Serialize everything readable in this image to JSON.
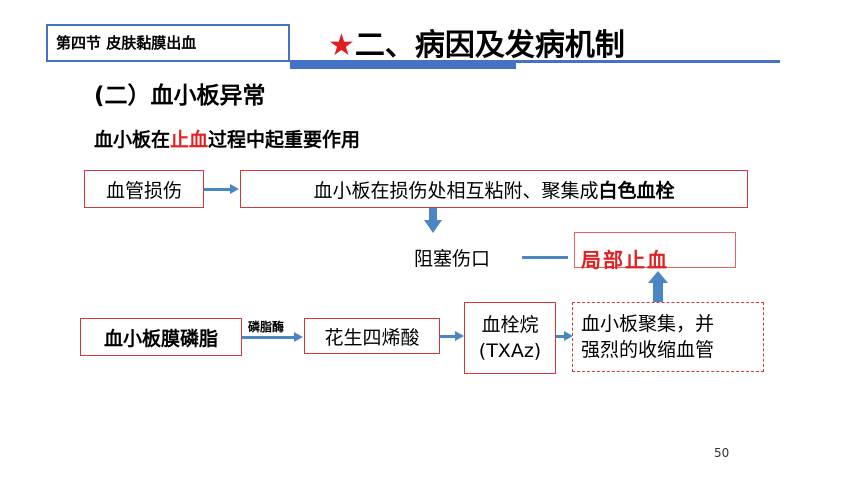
{
  "header": {
    "section": "第四节  皮肤黏膜出血",
    "star": "★",
    "title": "二、病因及发病机制"
  },
  "subtitle": "(二）血小板异常",
  "intro": {
    "part1": "血小板在",
    "highlight": "止血",
    "part2": "过程中起重要作用"
  },
  "flow1": {
    "injury": "血管损伤",
    "adhesion_prefix": "血小板在损伤处相互粘附、聚集成",
    "adhesion_bold": "白色血栓",
    "block": "阻塞伤口",
    "hemostasis": "局部止血"
  },
  "flow2": {
    "phospholipid": "血小板膜磷脂",
    "enzyme": "磷脂酶",
    "arachidonic": "花生四烯酸",
    "txa_line1": "血栓烷",
    "txa_line2": "(TXAz)",
    "aggregation_line1": "血小板聚集，并",
    "aggregation_line2": "强烈的收缩血管"
  },
  "colors": {
    "accent_blue": "#4472c4",
    "arrow_blue": "#4a86c4",
    "red": "#e02020",
    "box_border": "#d23a3a"
  },
  "page_number": "50"
}
